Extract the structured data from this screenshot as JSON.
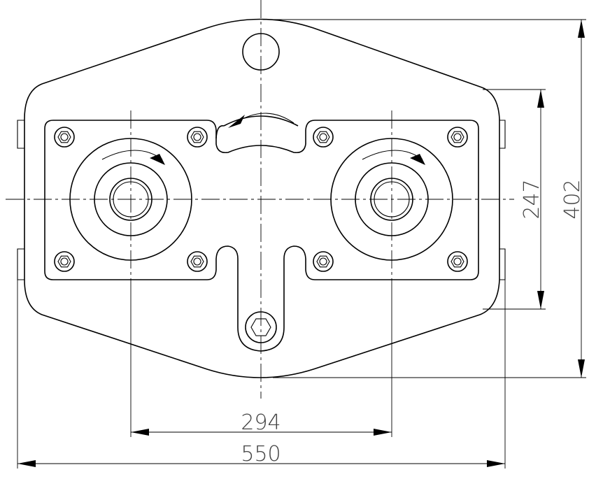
{
  "dimensions": {
    "bolt_center_distance": "294",
    "overall_width": "550",
    "plate_height": "247",
    "overall_height": "402"
  },
  "colors": {
    "line": "#000000",
    "dimension_text": "#444444"
  }
}
